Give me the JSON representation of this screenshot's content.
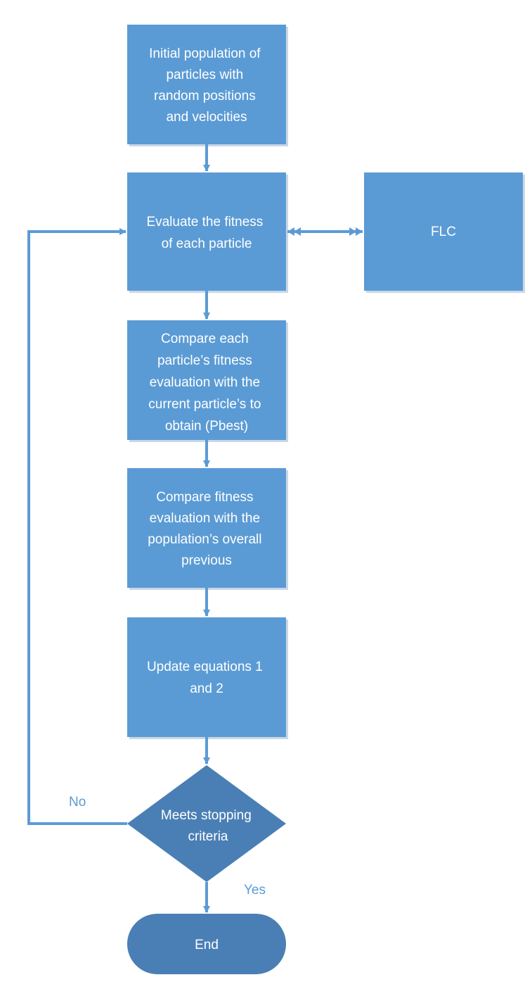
{
  "colors": {
    "box_fill": "#5b9bd5",
    "box_shadow": "#c9d7e6",
    "dark_fill": "#4a7fb5",
    "arrow": "#5b9bd5",
    "text": "#ffffff",
    "label": "#5b9bd5"
  },
  "nodes": {
    "init": [
      "Initial population of",
      "particles with",
      "random positions",
      "and velocities"
    ],
    "evaluate": [
      "Evaluate the fitness",
      "of each particle"
    ],
    "flc": [
      "FLC"
    ],
    "pbest": [
      "Compare each",
      "particle’s fitness",
      "evaluation with the",
      "current particle’s to",
      "obtain (Pbest)"
    ],
    "gbest": [
      "Compare fitness",
      "evaluation with the",
      "population’s overall",
      "previous"
    ],
    "update": [
      "Update equations 1",
      "and 2"
    ],
    "decision": [
      "Meets stopping",
      "criteria"
    ],
    "end": [
      "End"
    ]
  },
  "edge_labels": {
    "no": "No",
    "yes": "Yes"
  }
}
